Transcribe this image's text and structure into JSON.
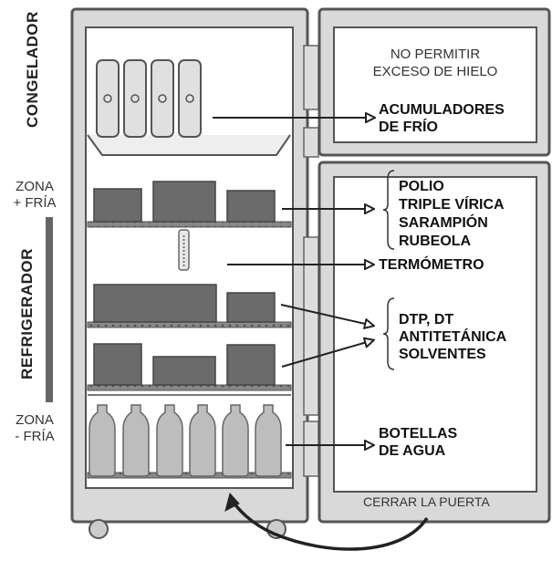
{
  "sections": {
    "freezer": "CONGELADOR",
    "fridge": "REFRIGERADOR"
  },
  "zones": {
    "cold_top": [
      "ZONA",
      "+ FRÍA"
    ],
    "cold_bottom": [
      "ZONA",
      "- FRÍA"
    ]
  },
  "notes": {
    "ice": [
      "NO PERMITIR",
      "EXCESO DE HIELO"
    ],
    "door": "CERRAR LA PUERTA"
  },
  "callouts": {
    "cold_packs": [
      "ACUMULADORES",
      "DE FRÍO"
    ],
    "vaccines_top": [
      "POLIO",
      "TRIPLE VÍRICA",
      "SARAMPIÓN",
      "RUBEOLA"
    ],
    "thermometer": "TERMÓMETRO",
    "vaccines_mid": [
      "DTP, DT",
      "ANTITETÁNICA",
      "SOLVENTES"
    ],
    "water": [
      "BOTELLAS",
      "DE AGUA"
    ]
  },
  "colors": {
    "outline": "#555555",
    "box": "#6b6b6b",
    "fill": "#d9d9d9",
    "bottle": "#bdbdbd"
  }
}
